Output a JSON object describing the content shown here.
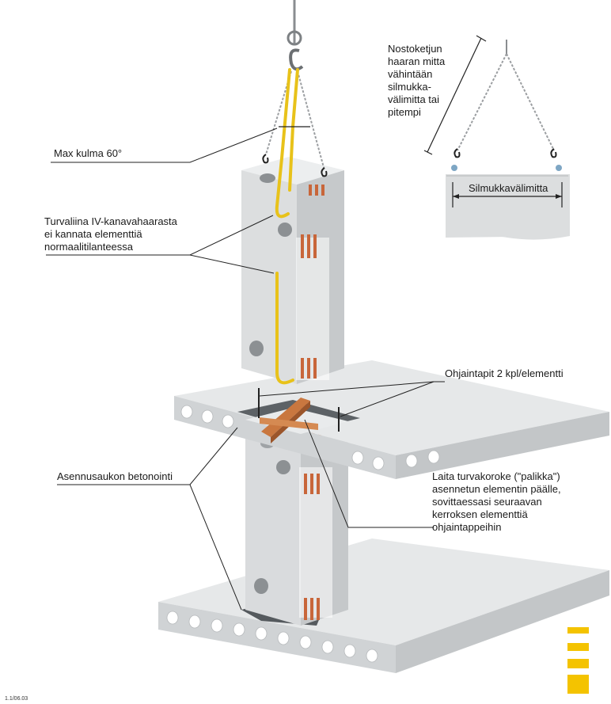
{
  "labels": {
    "max_angle": "Max kulma 60°",
    "safety_rope": "Turvaliina IV-kanavahaarasta\nei kannata elementtiä\nnormaalitilanteessa",
    "guide_pins": "Ohjaintapit 2 kpl/elementti",
    "safety_block": "Laita turvakoroke (\"palikka\")\nasennetun elementin päälle,\nsovittaessasi seuraavan\nkerroksen elementtiä\nohjaintappeihin",
    "hole_concreting": "Asennusaukon betonointi",
    "chain_note": "Nostoketjun\nhaaran mitta\nvähintään\nsilmukka-\nvälimitta tai\npitempi",
    "loop_spacing": "Silmukkavälimitta",
    "code": "1.1/06.03"
  },
  "colors": {
    "concrete": "#dcdedf",
    "concrete_dark": "#b9bcbe",
    "rope": "#e8c21a",
    "rebar": "#c8663a",
    "timber": "#c9773f",
    "brand": "#f4c300"
  }
}
